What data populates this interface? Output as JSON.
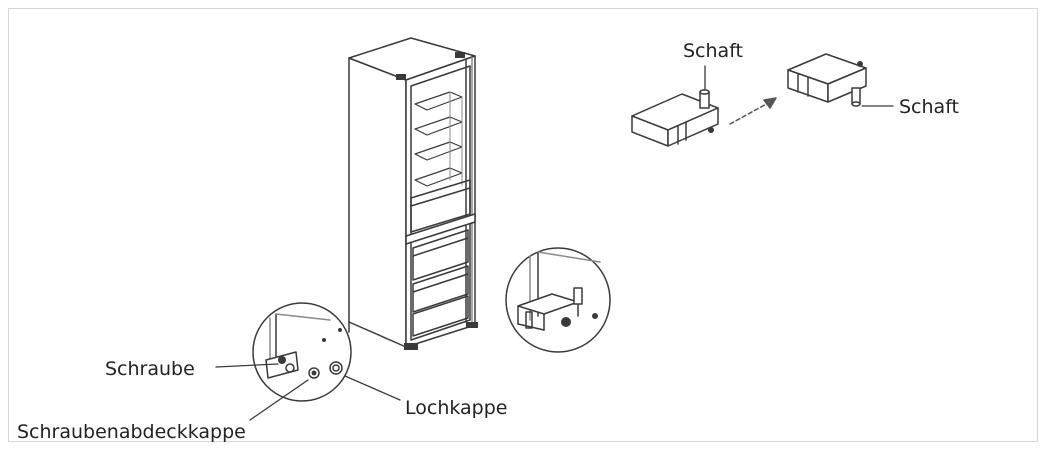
{
  "diagram": {
    "labels": {
      "schaft_top": "Schaft",
      "schaft_right": "Schaft",
      "schraube": "Schraube",
      "lochkappe": "Lochkappe",
      "schraubenabdeckkappe": "Schraubenabdeckkappe"
    },
    "colors": {
      "line": "#3a3a3a",
      "light_line": "#8a8a8a",
      "frame_border": "#d6d6d6",
      "arrow": "#555555"
    }
  }
}
